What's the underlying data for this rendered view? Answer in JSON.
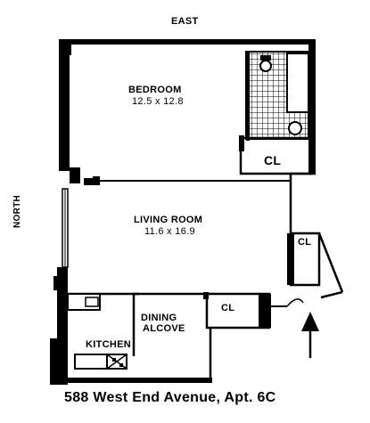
{
  "compass": {
    "top": "EAST",
    "left": "NORTH"
  },
  "rooms": {
    "bedroom": {
      "name": "BEDROOM",
      "dims": "12.5 x 12.8"
    },
    "living": {
      "name": "LIVING ROOM",
      "dims": "11.6 x 16.9"
    },
    "dining": {
      "line1": "DINING",
      "line2": "ALCOVE"
    },
    "kitchen": {
      "name": "KITCHEN"
    }
  },
  "closets": {
    "bedroom": "CL",
    "hall": "CL",
    "dining": "CL"
  },
  "caption": "588 West End Avenue, Apt. 6C",
  "icons": {
    "entry": "up-arrow-icon"
  },
  "colors": {
    "ink": "#000000",
    "paper": "#ffffff"
  }
}
